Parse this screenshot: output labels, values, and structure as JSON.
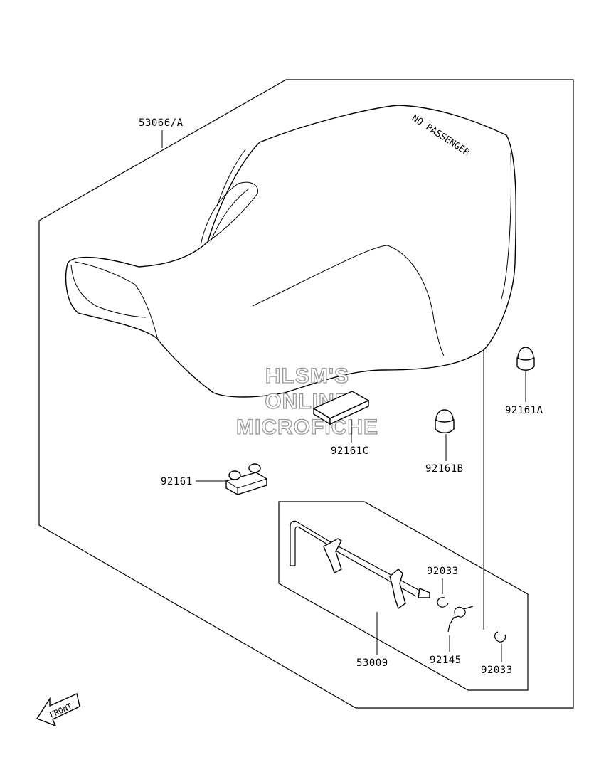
{
  "watermark": {
    "line1": "HLSM'S",
    "line2": "ONLINE",
    "line3": "MICROFICHE"
  },
  "seat": {
    "text": "NO PASSENGER"
  },
  "parts": [
    {
      "id": "seat-assembly",
      "number": "53066/A"
    },
    {
      "id": "cap-a",
      "number": "92161A"
    },
    {
      "id": "cap-b",
      "number": "92161B"
    },
    {
      "id": "pad-c",
      "number": "92161C"
    },
    {
      "id": "damper",
      "number": "92161"
    },
    {
      "id": "clip-upper",
      "number": "92033"
    },
    {
      "id": "seat-lock",
      "number": "53009"
    },
    {
      "id": "spring",
      "number": "92145"
    },
    {
      "id": "clip-lower",
      "number": "92033"
    }
  ],
  "front_indicator": "FRONT"
}
